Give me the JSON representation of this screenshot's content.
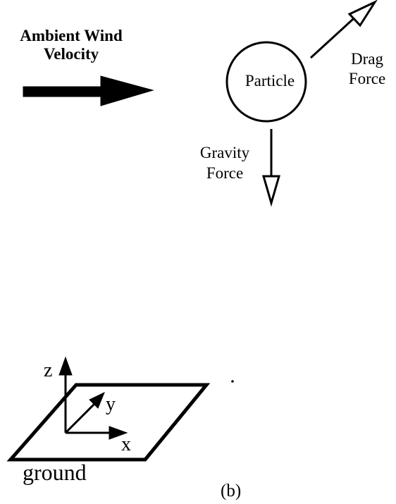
{
  "wind_label": [
    "Ambient Wind",
    "Velocity"
  ],
  "particle_label": "Particle",
  "drag_label": [
    "Drag",
    "Force"
  ],
  "gravity_label": [
    "Gravity",
    "Force"
  ],
  "axes": {
    "z": "z",
    "y": "y",
    "x": "x"
  },
  "ground_label": "ground",
  "panel_label": "(b)",
  "ink_color": "#000000"
}
